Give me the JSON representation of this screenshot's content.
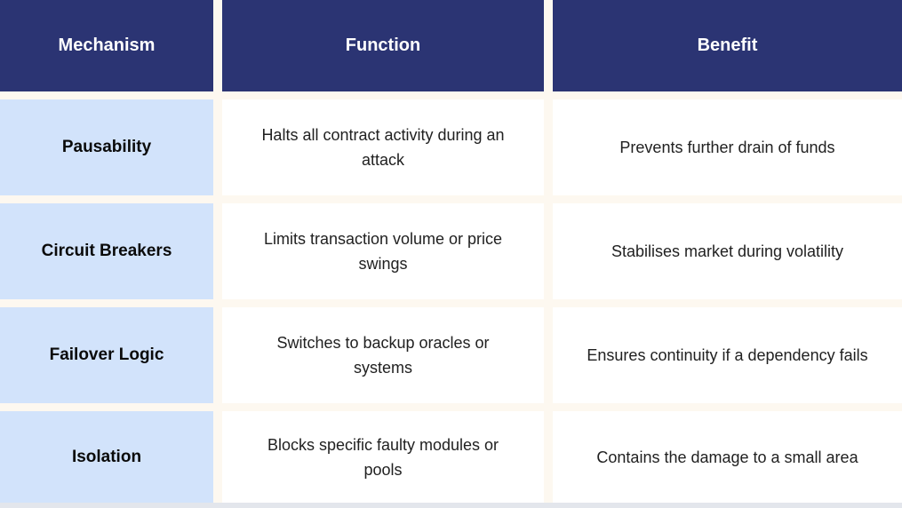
{
  "table": {
    "columns": [
      {
        "label": "Mechanism"
      },
      {
        "label": "Function"
      },
      {
        "label": "Benefit"
      }
    ],
    "rows": [
      {
        "mechanism": "Pausability",
        "function": "Halts all contract activity during an attack",
        "benefit": "Prevents further drain of funds"
      },
      {
        "mechanism": "Circuit Breakers",
        "function": "Limits transaction volume or price swings",
        "benefit": "Stabilises market during volatility"
      },
      {
        "mechanism": "Failover Logic",
        "function": "Switches to backup oracles or systems",
        "benefit": "Ensures continuity if a dependency fails"
      },
      {
        "mechanism": "Isolation",
        "function": "Blocks specific faulty modules or pools",
        "benefit": "Contains the damage to a small area"
      }
    ],
    "colors": {
      "header_bg": "#2b3473",
      "header_text": "#ffffff",
      "mechanism_bg": "#d2e3fb",
      "cell_bg": "#ffffff",
      "page_bg": "#fdf8f0",
      "bottom_strip": "#e3e6ec",
      "body_text": "#212121"
    }
  }
}
